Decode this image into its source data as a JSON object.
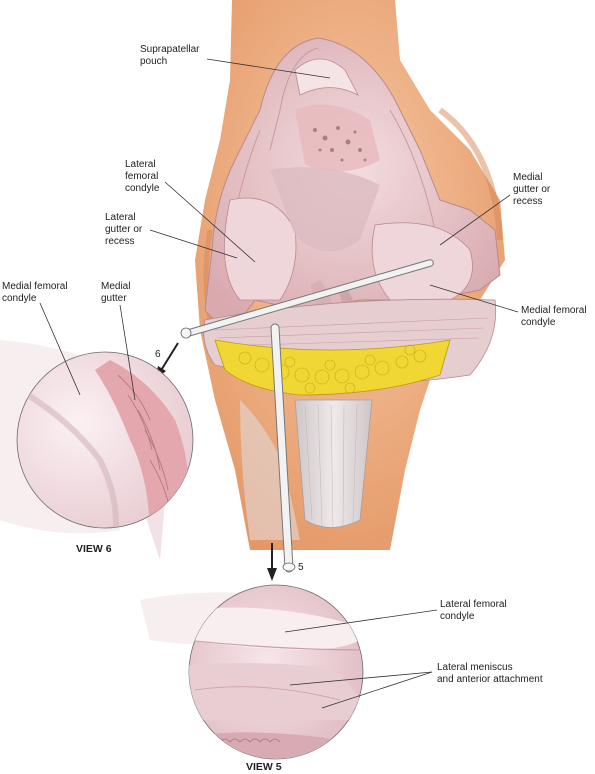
{
  "labels": {
    "suprapatellar_pouch": [
      "Suprapatellar",
      "pouch"
    ],
    "lateral_femoral_condyle_top": [
      "Lateral",
      "femoral",
      "condyle"
    ],
    "lateral_gutter": [
      "Lateral",
      "gutter or",
      "recess"
    ],
    "medial_gutter_recess": [
      "Medial",
      "gutter or",
      "recess"
    ],
    "medial_femoral_condyle_right": [
      "Medial femoral",
      "condyle"
    ],
    "medial_femoral_condyle_left": [
      "Medial femoral",
      "condyle"
    ],
    "medial_gutter_view6": [
      "Medial",
      "gutter"
    ],
    "lateral_femoral_condyle_view5": [
      "Lateral femoral",
      "condyle"
    ],
    "lateral_meniscus_view5": [
      "Lateral meniscus",
      "and anterior attachment"
    ]
  },
  "portals": {
    "six": "6",
    "five": "5"
  },
  "views": {
    "view6": "VIEW 6",
    "view5": "VIEW 5"
  },
  "colors": {
    "bone": "#f0b48a",
    "capsule": "#e9c6c8",
    "cartilage": "#f3e2e6",
    "fat_pad": "#f2dd3a",
    "tendon": "#ddd6d8",
    "instrument": "#eeeeee"
  }
}
